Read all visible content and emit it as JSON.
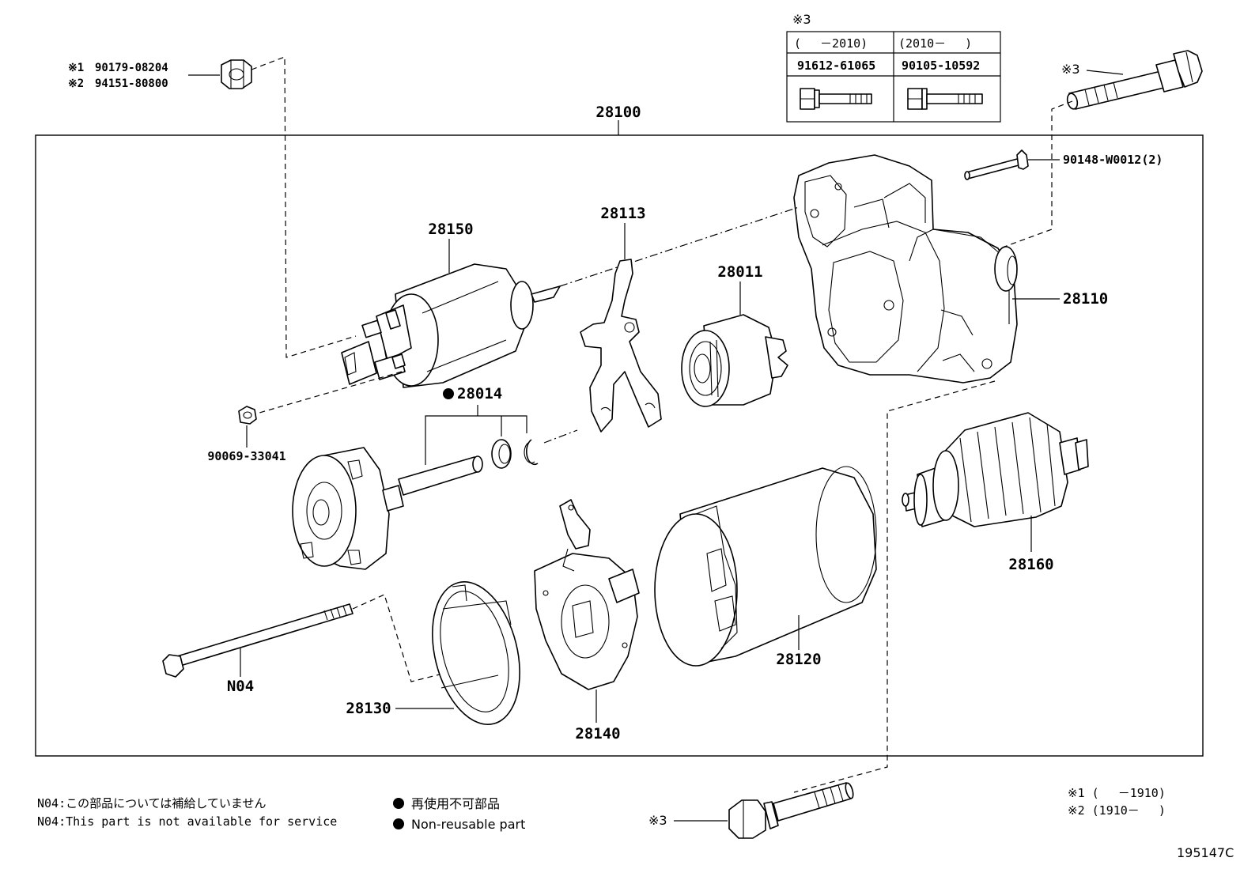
{
  "assembly": {
    "id": "28100",
    "label": "28100"
  },
  "parts": {
    "p28150": "28150",
    "p28113": "28113",
    "p28011": "28011",
    "p28110": "28110",
    "p28014": "28014",
    "p28160": "28160",
    "p28120": "28120",
    "p28130": "28130",
    "p28140": "28140",
    "pN04": "N04",
    "p90069": "90069-33041",
    "p90148": "90148-W0012(2)"
  },
  "nut_refs": {
    "line1_mark": "※1",
    "line1_part": "90179-08204",
    "line2_mark": "※2",
    "line2_part": "94151-80800"
  },
  "bolt_table": {
    "mark": "※3",
    "col1_range": "(　 －2010)",
    "col2_range": "(2010－　 )",
    "col1_part": "91612-61065",
    "col2_part": "90105-10592"
  },
  "bolt_marks": {
    "top_right": "※3",
    "bottom": "※3"
  },
  "footnotes": {
    "n04_jp": "N04:この部品については補給していません",
    "n04_en": "N04:This part is not available for service",
    "nonreuse_jp": "再使用不可部品",
    "nonreuse_en": "Non-reusable part",
    "range1": "※1 (　 －1910)",
    "range2": "※2 (1910－　 )",
    "diagram_code": "195147C"
  }
}
